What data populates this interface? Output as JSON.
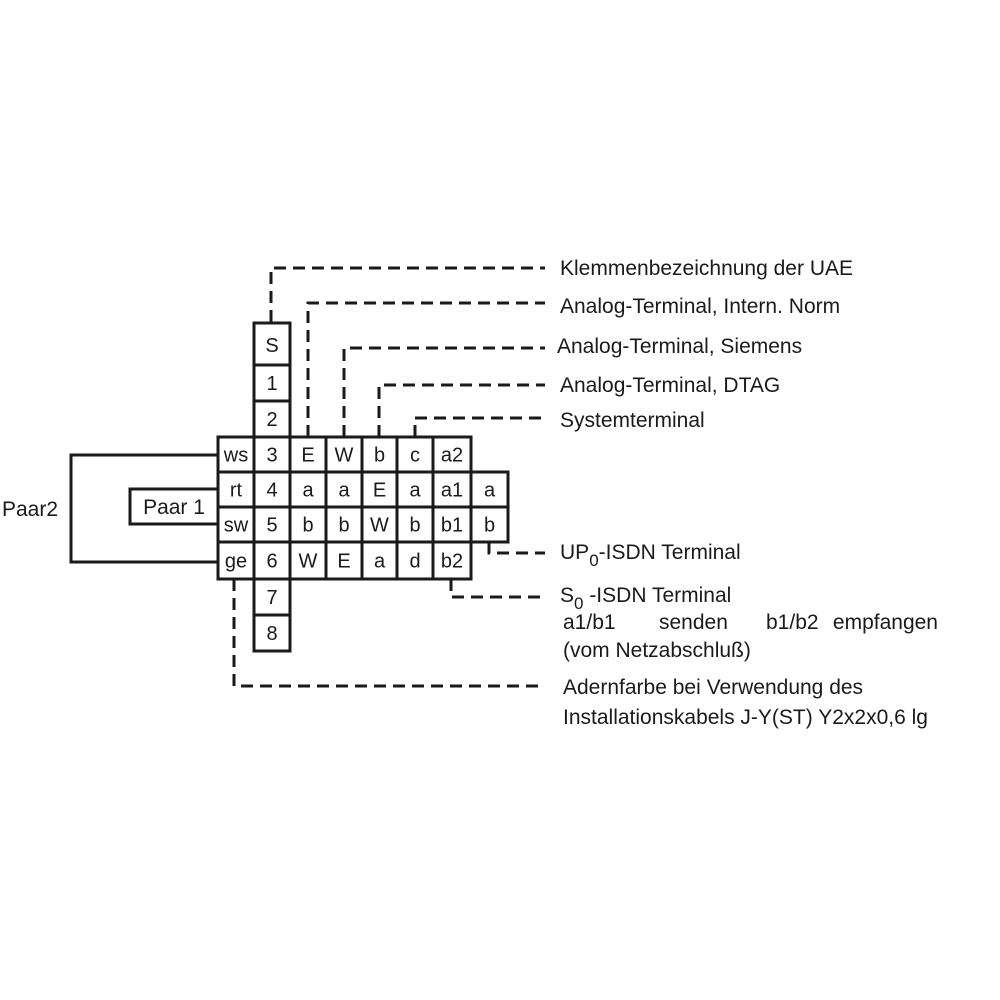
{
  "grid": {
    "rows": [
      [
        "S"
      ],
      [
        "1"
      ],
      [
        "2"
      ],
      [
        "ws",
        "3",
        "E",
        "W",
        "b",
        "c",
        "a2"
      ],
      [
        "rt",
        "4",
        "a",
        "a",
        "E",
        "a",
        "a1",
        "a"
      ],
      [
        "sw",
        "5",
        "b",
        "b",
        "W",
        "b",
        "b1",
        "b"
      ],
      [
        "ge",
        "6",
        "W",
        "E",
        "a",
        "d",
        "b2"
      ],
      [
        "7"
      ],
      [
        "8"
      ]
    ]
  },
  "pairs": {
    "paar1": "Paar 1",
    "paar2": "Paar2"
  },
  "legend": {
    "klemmen": "Klemmenbezeichnung der UAE",
    "intern_norm": "Analog-Terminal, Intern. Norm",
    "siemens": "Analog-Terminal, Siemens",
    "dtag": "Analog-Terminal, DTAG",
    "system": "Systemterminal",
    "up0": {
      "prefix": "UP",
      "sub": "0",
      "suffix": "-ISDN Terminal"
    },
    "s0": {
      "prefix": "S",
      "sub": "0",
      "suffix": " -ISDN Terminal"
    },
    "s0_line2": [
      "a1/b1",
      "senden",
      "b1/b2",
      "empfangen"
    ],
    "s0_line3": "(vom Netzabschluß)",
    "adern_line1": "Adernfarbe bei Verwendung des",
    "adern_line2": "Installationskabels J-Y(ST) Y2x2x0,6 lg"
  }
}
